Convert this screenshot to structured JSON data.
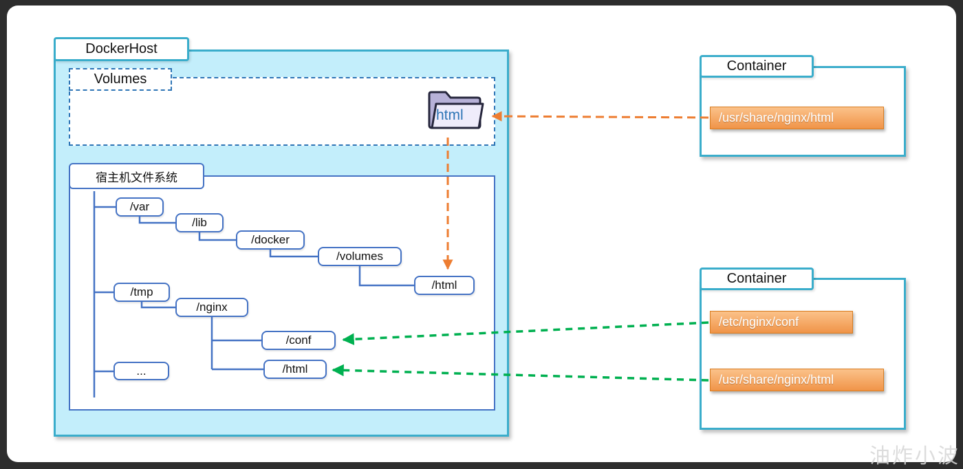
{
  "docker_host": {
    "title": "DockerHost",
    "volumes": {
      "title": "Volumes",
      "folder_label": "html"
    },
    "filesystem": {
      "title": "宿主机文件系统",
      "nodes": {
        "var": "/var",
        "lib": "/lib",
        "docker": "/docker",
        "volumes": "/volumes",
        "html_volume": "/html",
        "tmp": "/tmp",
        "nginx": "/nginx",
        "conf": "/conf",
        "html_nginx": "/html",
        "more": "..."
      }
    }
  },
  "containers": [
    {
      "title": "Container",
      "paths": [
        "/usr/share/nginx/html"
      ]
    },
    {
      "title": "Container",
      "paths": [
        "/etc/nginx/conf",
        "/usr/share/nginx/html"
      ]
    }
  ],
  "watermark": "油炸小波",
  "colors": {
    "teal_border": "#3aadcb",
    "host_fill": "#c3eefb",
    "tree_blue": "#4472c4",
    "dashed_blue": "#2e75b6",
    "orange_arrow": "#ed7d31",
    "green_arrow": "#00b050",
    "orange_box_border": "#d97c1f",
    "folder_text": "#2e75b6"
  }
}
